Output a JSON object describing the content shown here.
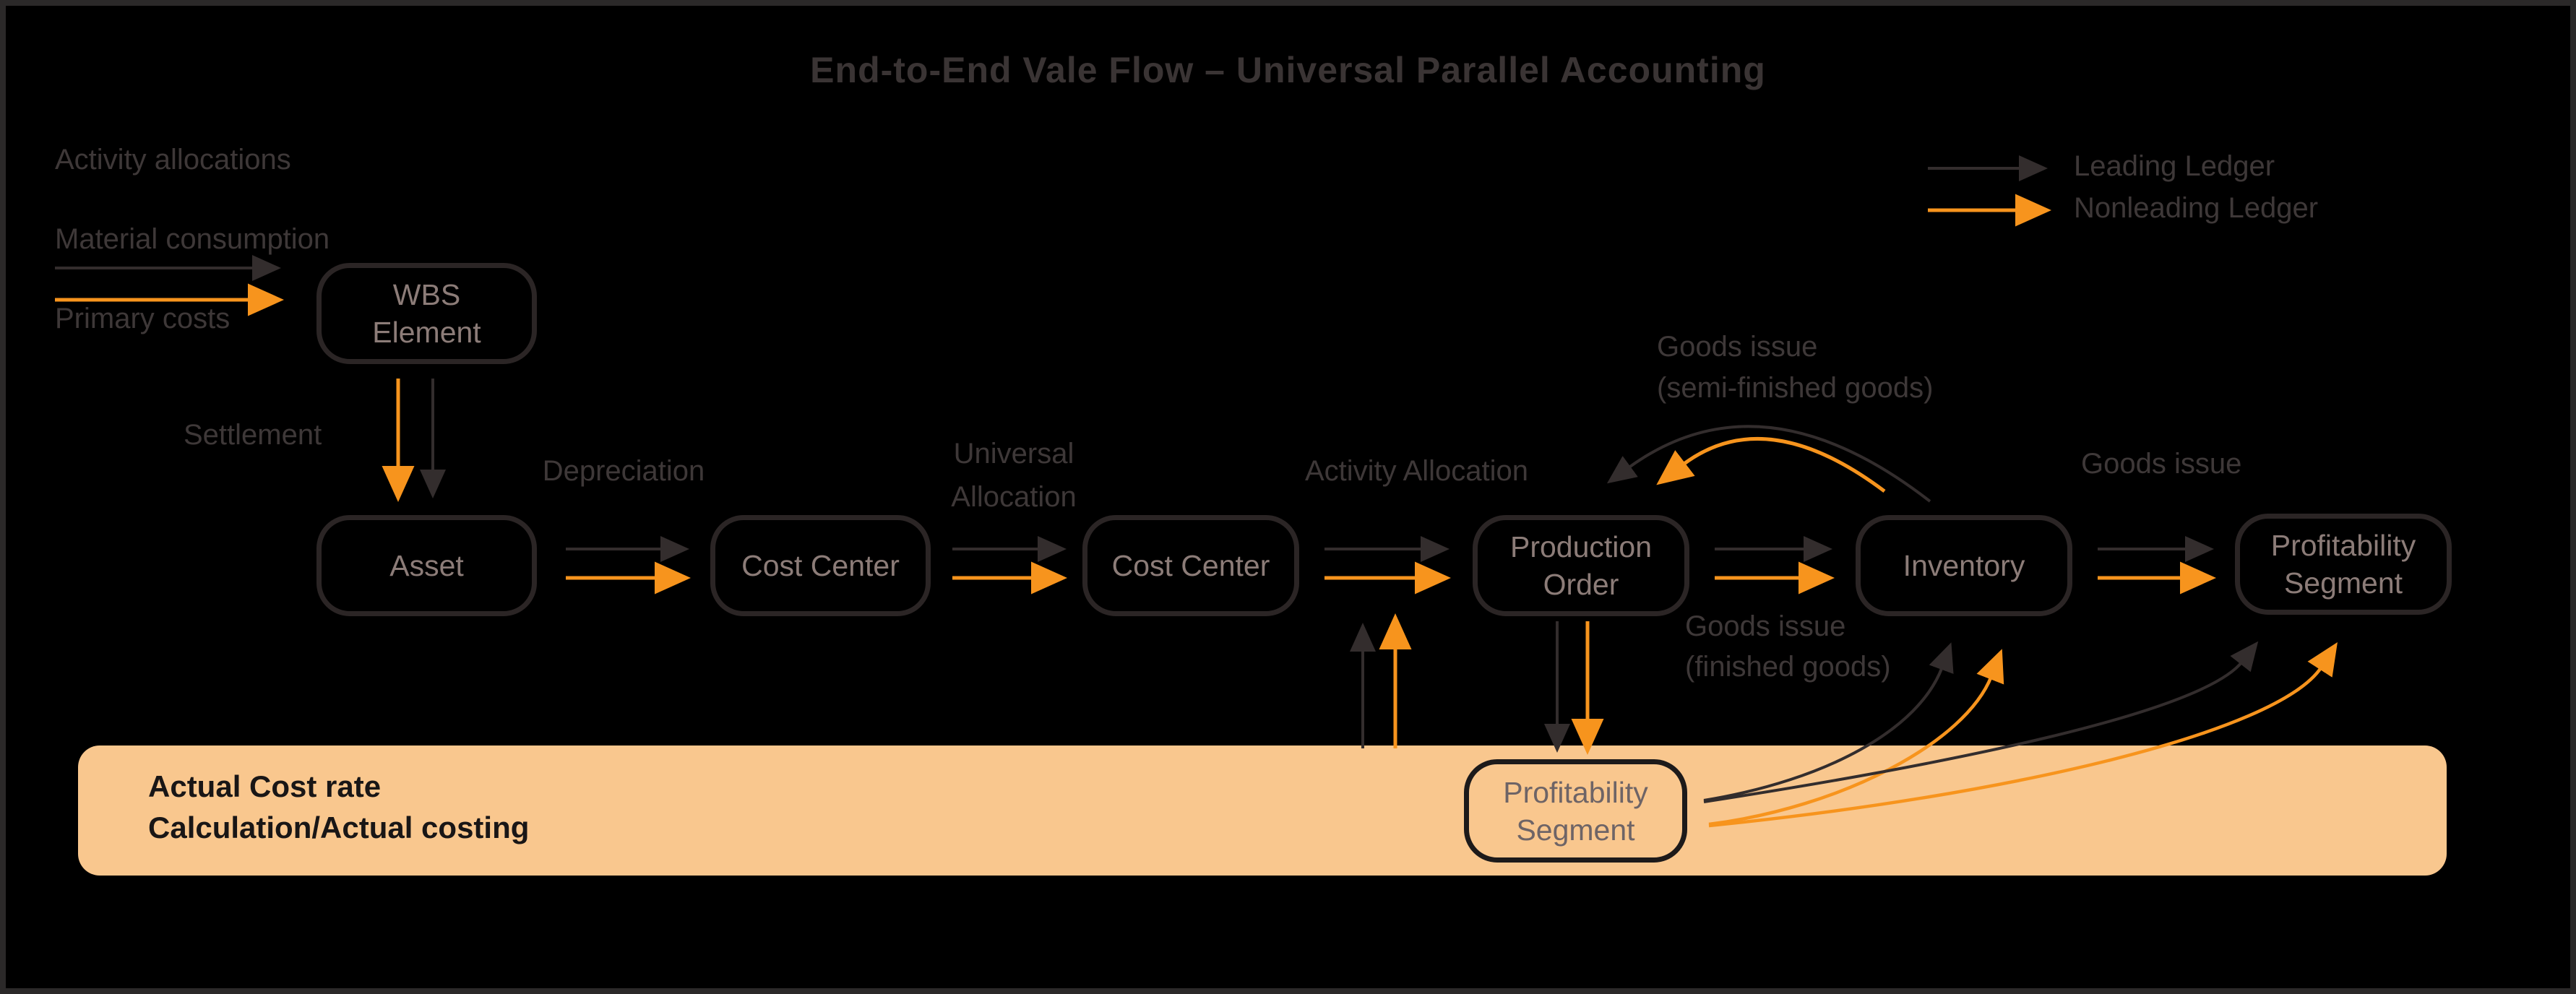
{
  "title": "End-to-End Vale Flow – Universal Parallel Accounting",
  "colors": {
    "background": "#000000",
    "leading_ledger_arrow": "#332D2D",
    "nonleading_ledger_arrow": "#F7941D",
    "band_fill": "#F9C78E",
    "node_text": "#8C7C78",
    "label_text": "#3E3838"
  },
  "inputs": {
    "lines": [
      "Activity allocations",
      "Material consumption",
      "Primary costs"
    ]
  },
  "legend": {
    "leading": "Leading Ledger",
    "nonleading": "Nonleading Ledger"
  },
  "nodes": {
    "wbs_element": "WBS\nElement",
    "asset": "Asset",
    "cost_center_1": "Cost Center",
    "cost_center_2": "Cost Center",
    "production_order": "Production\nOrder",
    "inventory": "Inventory",
    "profitability_segment": "Profitability\nSegment",
    "profitability_segment_actual": "Profitability\nSegment"
  },
  "edge_labels": {
    "settlement": "Settlement",
    "depreciation": "Depreciation",
    "universal_allocation": "Universal\nAllocation",
    "activity_allocation": "Activity Allocation",
    "goods_issue_semi": "Goods issue\n(semi-finished goods)",
    "goods_issue_finished": "Goods issue\n(finished goods)",
    "goods_issue": "Goods issue"
  },
  "band": {
    "label": "Actual Cost rate\nCalculation/Actual costing"
  }
}
